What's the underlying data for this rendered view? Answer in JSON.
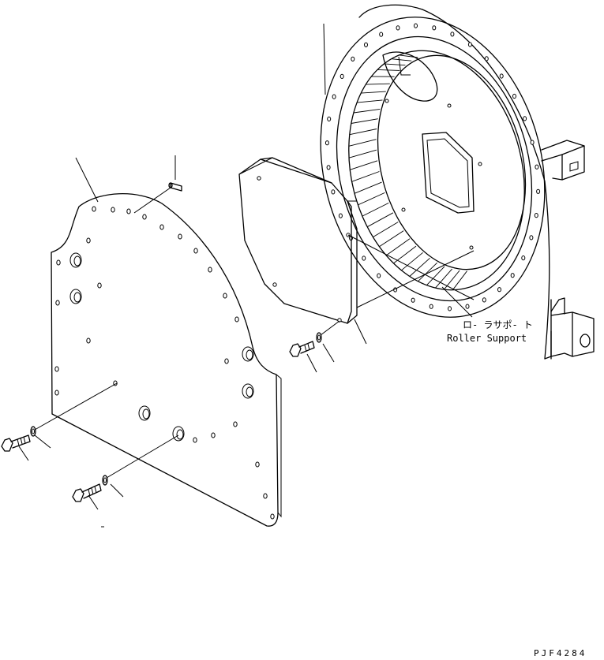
{
  "callout": {
    "label_jp": "ロ- ラサポ- ト",
    "label_en": "Roller Support"
  },
  "drawing_code": "PJF4284"
}
